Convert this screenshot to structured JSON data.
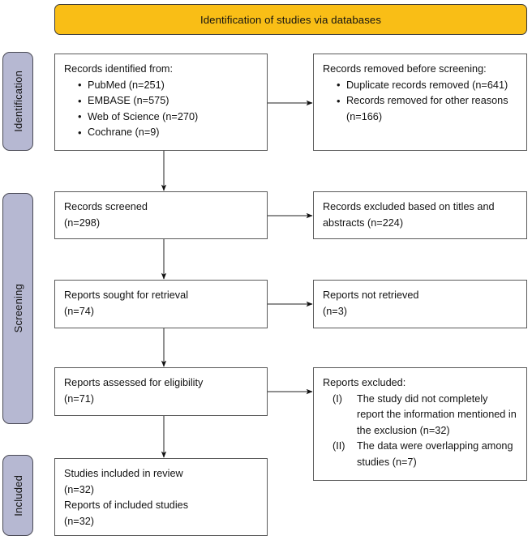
{
  "banner": {
    "label": "Identification of studies via databases",
    "color": "#F9BE16"
  },
  "stages": {
    "identification": "Identification",
    "screening": "Screening",
    "included": "Included",
    "color": "#B6B8D2"
  },
  "boxes": {
    "identified": {
      "title": "Records identified from:",
      "items": [
        "PubMed (n=251)",
        "EMBASE (n=575)",
        "Web of Science (n=270)",
        "Cochrane (n=9)"
      ]
    },
    "removed": {
      "title": "Records removed before screening:",
      "items": [
        "Duplicate records removed (n=641)",
        "Records removed for other reasons (n=166)"
      ]
    },
    "screened": {
      "line1": "Records screened",
      "line2": "(n=298)"
    },
    "excluded_titles": {
      "line1": "Records excluded based on titles and",
      "line2": "abstracts (n=224)"
    },
    "sought": {
      "line1": "Reports sought for retrieval",
      "line2": "(n=74)"
    },
    "not_retrieved": {
      "line1": "Reports not retrieved",
      "line2": "(n=3)"
    },
    "assessed": {
      "line1": "Reports assessed for eligibility",
      "line2": "(n=71)"
    },
    "excluded_reasons": {
      "title": "Reports excluded:",
      "items": [
        {
          "numeral": "(I)",
          "text": "The study did not completely report the information mentioned in the exclusion (n=32)"
        },
        {
          "numeral": "(II)",
          "text": "The data were overlapping among studies (n=7)"
        }
      ]
    },
    "included": {
      "line1": "Studies included in review",
      "line2": "(n=32)",
      "line3": "Reports of included studies",
      "line4": "(n=32)"
    }
  }
}
